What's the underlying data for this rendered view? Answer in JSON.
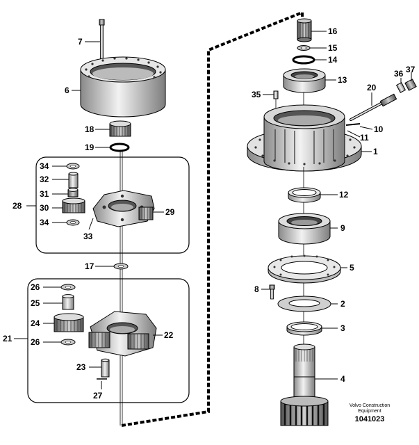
{
  "callouts": {
    "c1": "1",
    "c2": "2",
    "c3": "3",
    "c4": "4",
    "c5": "5",
    "c6": "6",
    "c7": "7",
    "c8": "8",
    "c9": "9",
    "c10": "10",
    "c11": "11",
    "c12": "12",
    "c13": "13",
    "c14": "14",
    "c15": "15",
    "c16": "16",
    "c17": "17",
    "c18": "18",
    "c19": "19",
    "c20": "20",
    "c21": "21",
    "c22": "22",
    "c23": "23",
    "c24": "24",
    "c25": "25",
    "c26a": "26",
    "c26b": "26",
    "c27": "27",
    "c28": "28",
    "c29": "29",
    "c30": "30",
    "c31": "31",
    "c32": "32",
    "c33": "33",
    "c34a": "34",
    "c34b": "34",
    "c35": "35",
    "c36": "36",
    "c37": "37"
  },
  "watermark": {
    "line1": "Volvo Construction",
    "line2": "Equipment",
    "number": "1041023"
  }
}
